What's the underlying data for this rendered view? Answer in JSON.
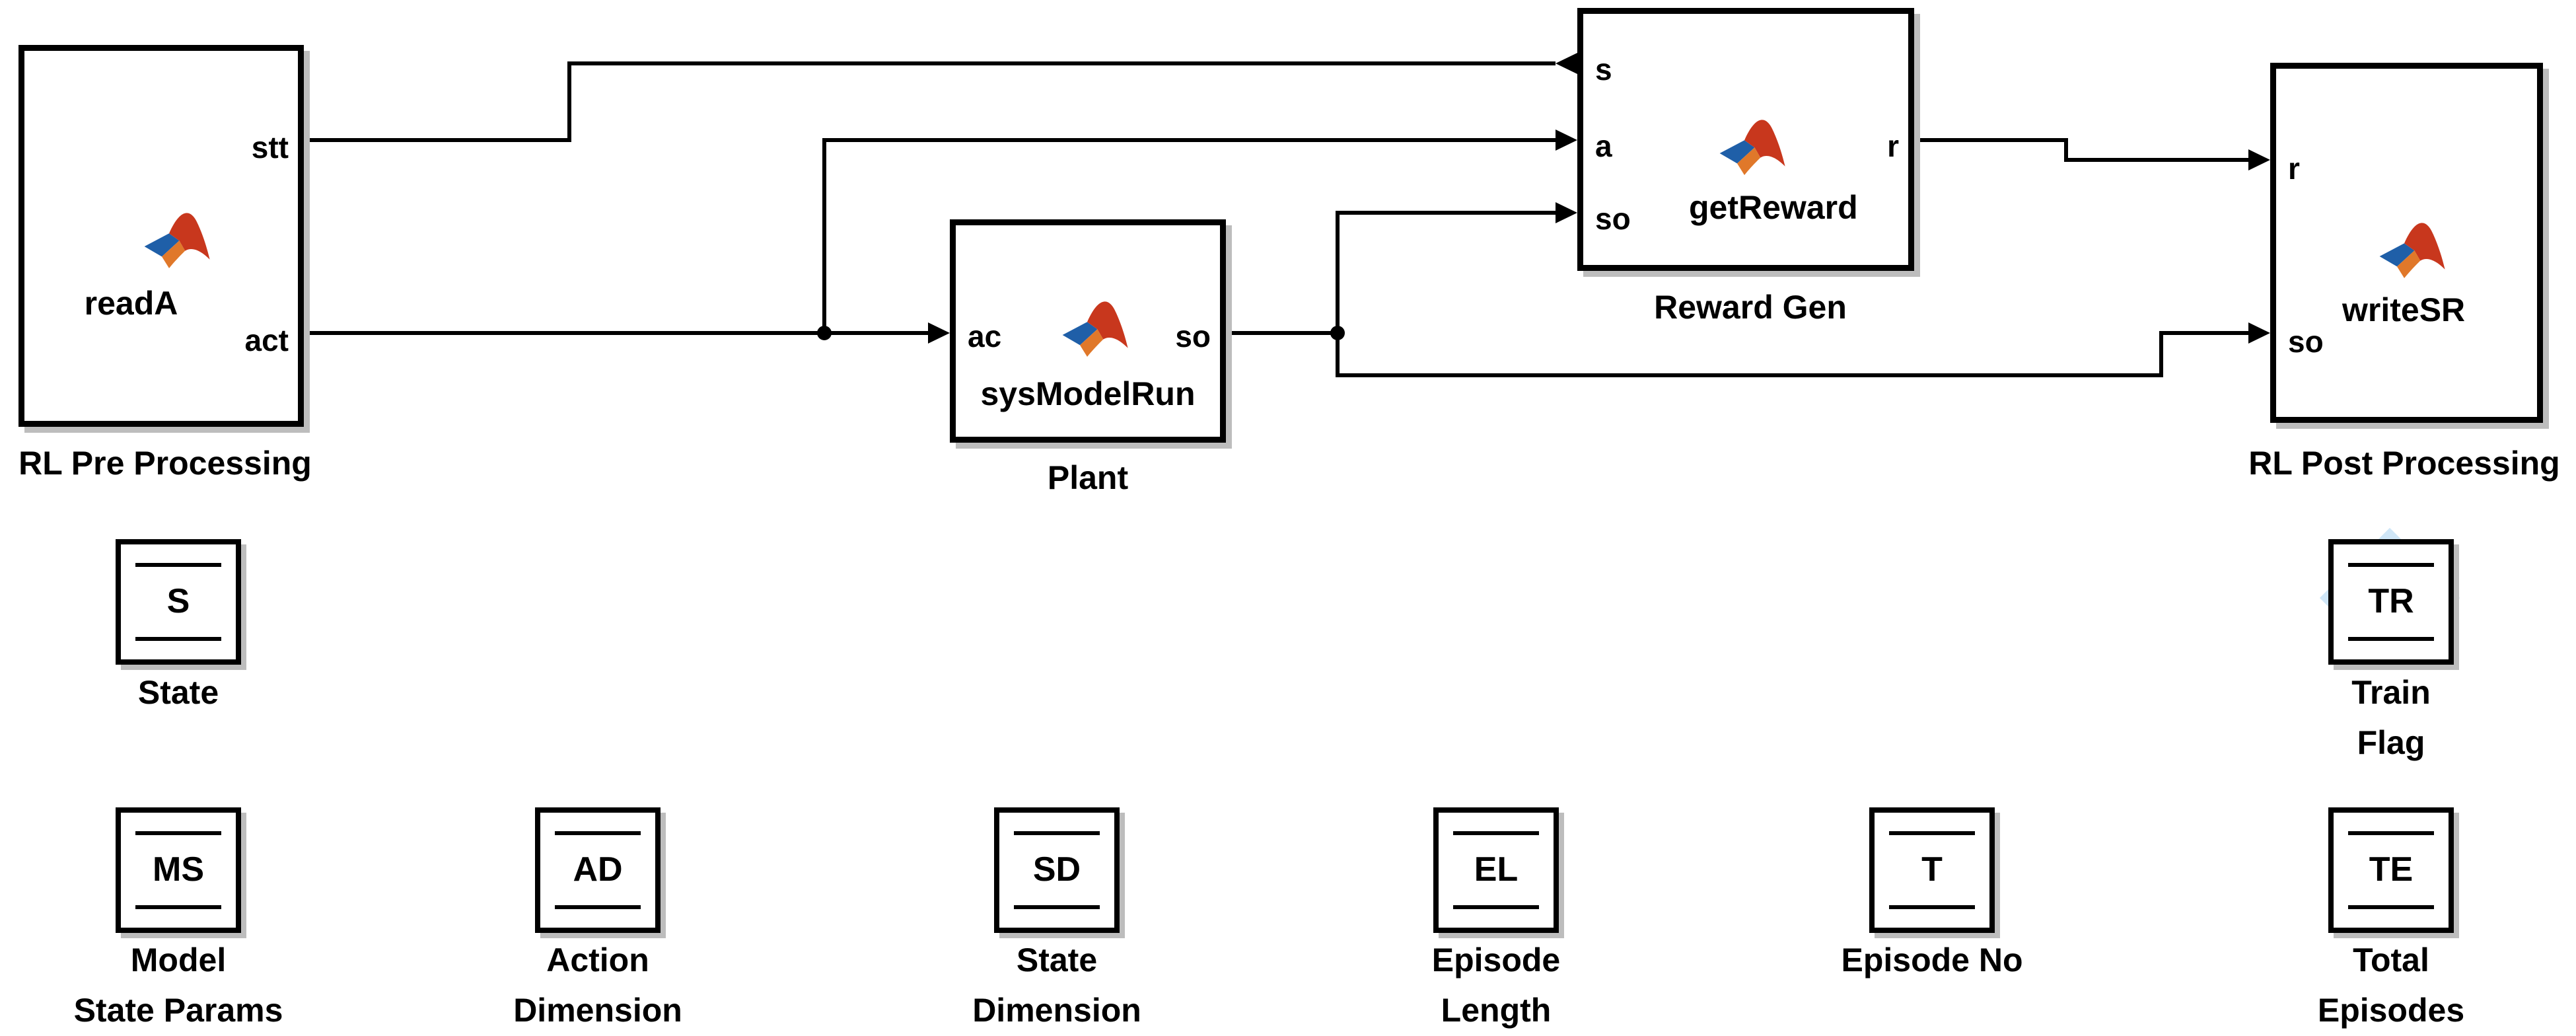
{
  "blocks": {
    "pre": {
      "function": "readA",
      "caption": "RL Pre Processing",
      "out_ports": [
        "stt",
        "act"
      ]
    },
    "plant": {
      "function": "sysModelRun",
      "caption": "Plant",
      "in_port": "ac",
      "out_port": "so"
    },
    "reward": {
      "function": "getReward",
      "caption": "Reward Gen",
      "in_ports": [
        "s",
        "a",
        "so"
      ],
      "out_port": "r"
    },
    "post": {
      "function": "writeSR",
      "caption": "RL Post Processing",
      "in_ports": [
        "r",
        "so"
      ]
    }
  },
  "memory_blocks": [
    {
      "tag": "S",
      "caption": [
        "State"
      ]
    },
    {
      "tag": "TR",
      "caption": [
        "Train",
        "Flag"
      ]
    },
    {
      "tag": "MS",
      "caption": [
        "Model",
        "State Params"
      ]
    },
    {
      "tag": "AD",
      "caption": [
        "Action",
        "Dimension"
      ]
    },
    {
      "tag": "SD",
      "caption": [
        "State",
        "Dimension"
      ]
    },
    {
      "tag": "EL",
      "caption": [
        "Episode",
        "Length"
      ]
    },
    {
      "tag": "T",
      "caption": [
        "Episode No"
      ]
    },
    {
      "tag": "TE",
      "caption": [
        "Total",
        "Episodes"
      ]
    }
  ],
  "colors": {
    "line": "#000000",
    "shadow": "#bdbdbd",
    "selection": "#cfe6f7",
    "logo_red": "#c8371d",
    "logo_blue": "#1f5fa8"
  },
  "icons": {
    "function_logo": "matlab-logo-icon"
  }
}
